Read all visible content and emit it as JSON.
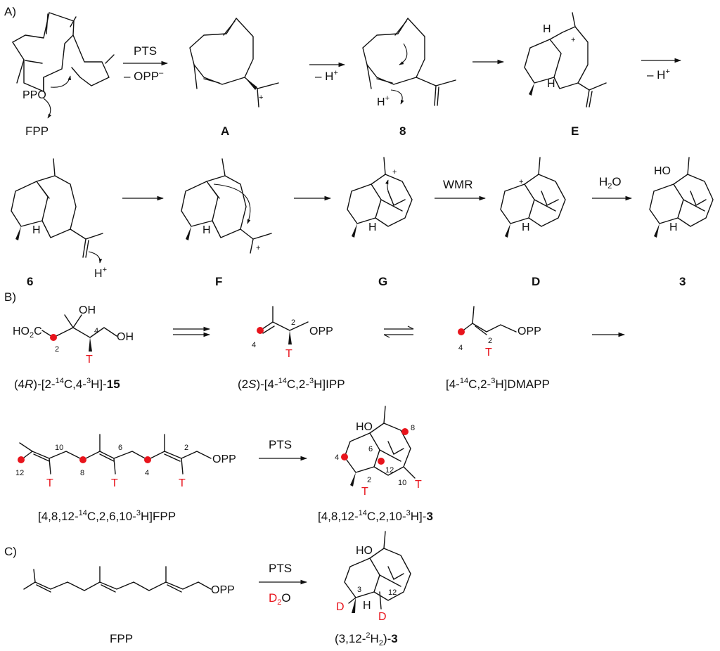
{
  "sections": {
    "a": "A)",
    "b": "B)",
    "c": "C)"
  },
  "panelA": {
    "compounds": {
      "fpp": "FPP",
      "a": "A",
      "c8": "8",
      "e": "E",
      "c6": "6",
      "f": "F",
      "g": "G",
      "d": "D",
      "c3": "3"
    },
    "atoms": {
      "ppo": "PPO",
      "hplus1": "H",
      "hplus2": "H",
      "h": "H",
      "ho": "HO",
      "plus": "+"
    },
    "arrows": {
      "pts": "PTS",
      "minus_opp_prefix": "– OPP",
      "minus_opp_sup": "–",
      "minus_h1": "– H",
      "minus_h2": "– H",
      "sup_plus": "+",
      "wmr": "WMR",
      "h2o_h": "H",
      "h2o_2": "2",
      "h2o_o": "O"
    }
  },
  "panelB": {
    "compound15": {
      "ho2c": "HO",
      "ho2c_sub": "2",
      "ho2c_c": "C",
      "oh1": "OH",
      "oh2": "OH",
      "c2": "2",
      "c4": "4",
      "t": "T",
      "label_p1": "(4",
      "label_r": "R",
      "label_p2": ")-[2-",
      "label_14": "14",
      "label_p3": "C,4-",
      "label_3": "3",
      "label_p4": "H]-",
      "label_bold": "15"
    },
    "ipp": {
      "n4": "4",
      "n2": "2",
      "t": "T",
      "opp": "OPP",
      "label_p1": "(2",
      "label_s": "S",
      "label_p2": ")-[4-",
      "label_14": "14",
      "label_p3": "C,2-",
      "label_3": "3",
      "label_p4": "H]IPP"
    },
    "dmapp": {
      "n4": "4",
      "n2": "2",
      "t": "T",
      "opp": "OPP",
      "label_p1": "[4-",
      "label_14": "14",
      "label_p2": "C,2-",
      "label_3": "3",
      "label_p3": "H]DMAPP"
    },
    "fpp": {
      "n12": "12",
      "n10": "10",
      "n8": "8",
      "n6": "6",
      "n4": "4",
      "n2": "2",
      "t": "T",
      "opp": "OPP",
      "label_p1": "[4,8,12-",
      "label_14": "14",
      "label_p2": "C,2,6,10-",
      "label_3": "3",
      "label_p3": "H]FPP"
    },
    "pts": "PTS",
    "product": {
      "ho": "HO",
      "n4": "4",
      "n6": "6",
      "n8": "8",
      "n2": "2",
      "n12": "12",
      "n10": "10",
      "t": "T",
      "label_p1": "[4,8,12-",
      "label_14": "14",
      "label_p2": "C,2,10-",
      "label_3": "3",
      "label_p3": "H]-",
      "label_bold": "3"
    }
  },
  "panelC": {
    "opp": "OPP",
    "fpp_label": "FPP",
    "pts": "PTS",
    "d2o_d": "D",
    "d2o_2": "2",
    "d2o_o": "O",
    "product": {
      "ho": "HO",
      "n3": "3",
      "n12": "12",
      "d": "D",
      "h": "H",
      "label_p1": "(3,12-",
      "label_2": "2",
      "label_p2": "H",
      "label_2b": "2",
      "label_p3": ")-",
      "label_bold": "3"
    }
  },
  "colors": {
    "label_red": "#e8141c",
    "ink": "#111111"
  }
}
